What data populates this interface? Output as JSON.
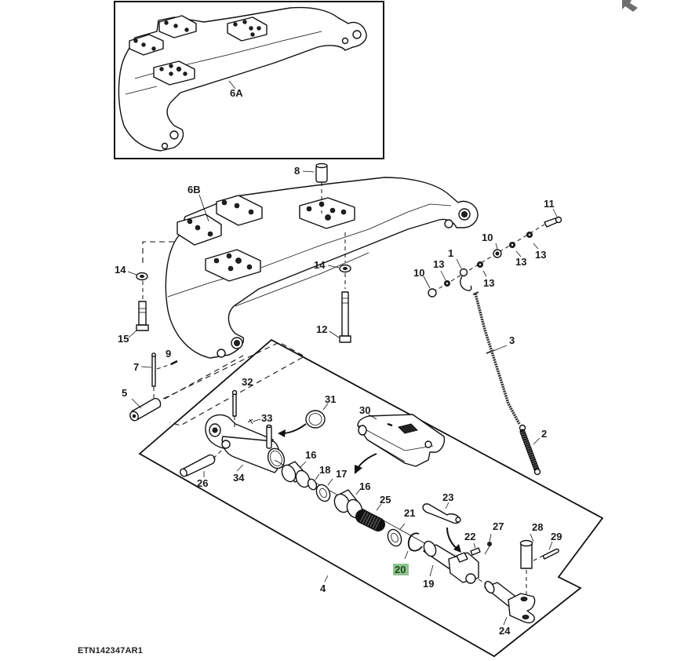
{
  "figure_id": "ETN142347AR1",
  "highlight_color": "#8fc28f",
  "callouts": {
    "c6A": "6A",
    "c6B": "6B",
    "c1": "1",
    "c2": "2",
    "c3": "3",
    "c4": "4",
    "c5": "5",
    "c7": "7",
    "c8": "8",
    "c9": "9",
    "c10a": "10",
    "c10b": "10",
    "c11": "11",
    "c12": "12",
    "c13a": "13",
    "c13b": "13",
    "c13c": "13",
    "c13d": "13",
    "c14a": "14",
    "c14b": "14",
    "c15": "15",
    "c16a": "16",
    "c16b": "16",
    "c17": "17",
    "c18": "18",
    "c19": "19",
    "c20": "20",
    "c21": "21",
    "c22": "22",
    "c23": "23",
    "c24": "24",
    "c25": "25",
    "c26": "26",
    "c27": "27",
    "c28": "28",
    "c29": "29",
    "c30": "30",
    "c31": "31",
    "c32": "32",
    "c33": "33",
    "c34": "34"
  },
  "selected_callout": "20"
}
